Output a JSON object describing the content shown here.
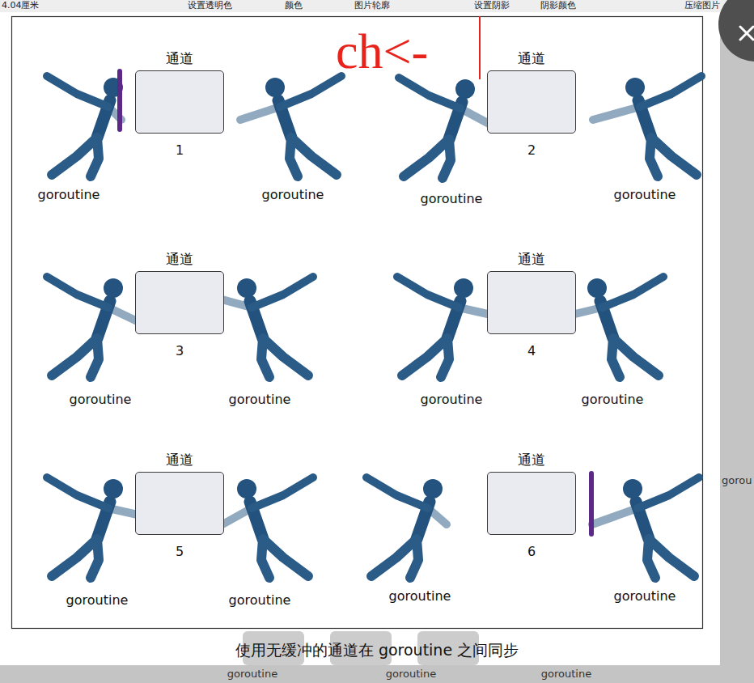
{
  "diagram": {
    "caption": "使用无缓冲的通道在 goroutine 之间同步",
    "nodes": [
      {
        "text": [
          "通道"
        ]
      },
      {
        "text": [
          "通道"
        ]
      },
      {
        "text": [
          "通道"
        ]
      },
      {
        "text": [
          "通道"
        ]
      },
      {
        "text": [
          "通道"
        ]
      },
      {
        "text": [
          "通道"
        ]
      }
    ],
    "labels": [
      "4.04厘米",
      "设置透明色",
      "颜色",
      "图片轮廓",
      "设置阴影",
      "阴影颜色",
      "压缩图片",
      "ch<-",
      "1",
      "goroutine",
      "goroutine",
      "2",
      "goroutine",
      "goroutine",
      "3",
      "goroutine",
      "goroutine",
      "4",
      "goroutine",
      "goroutine",
      "5",
      "goroutine",
      "goroutine",
      "6",
      "goroutine",
      "goroutine",
      "gorou",
      "goroutine",
      "goroutine",
      "goroutine"
    ]
  }
}
